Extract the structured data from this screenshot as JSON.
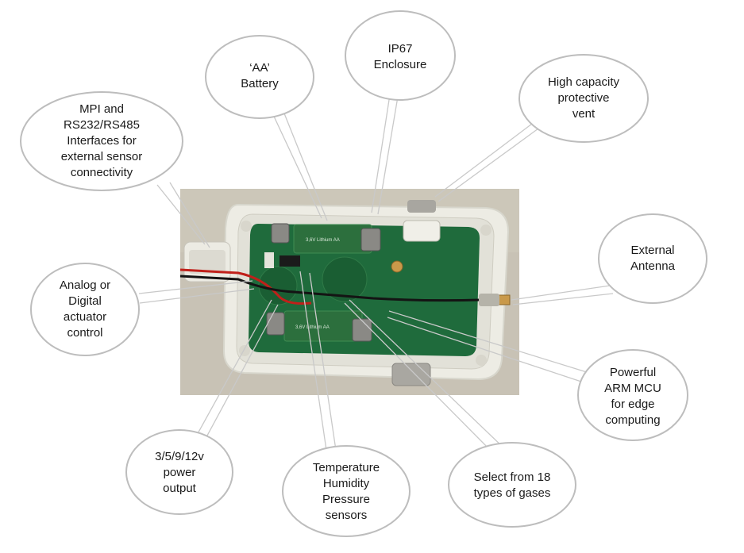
{
  "figure": {
    "photo": {
      "battery_print": "3,6V Lithium AA",
      "colors": {
        "board": "#1f6b3c",
        "enclosure": "#eeeee6",
        "background": "#c9c3b6",
        "battery": "#2a6b3a",
        "holder": "#7a7a78",
        "wire_red": "#c0201a",
        "wire_black": "#111111",
        "connector": "#c89a4a"
      }
    },
    "callouts": [
      {
        "id": "mpi",
        "lines": [
          "MPI and",
          "RS232/RS485",
          "Interfaces for",
          "external sensor",
          "connectivity"
        ]
      },
      {
        "id": "battery",
        "lines": [
          "‘AA’",
          "Battery"
        ]
      },
      {
        "id": "ip67",
        "lines": [
          "IP67",
          "Enclosure"
        ]
      },
      {
        "id": "vent",
        "lines": [
          "High capacity",
          "protective",
          "vent"
        ]
      },
      {
        "id": "antenna",
        "lines": [
          "External",
          "Antenna"
        ]
      },
      {
        "id": "analog",
        "lines": [
          "Analog or",
          "Digital",
          "actuator",
          "control"
        ]
      },
      {
        "id": "mcu",
        "lines": [
          "Powerful",
          "ARM MCU",
          "for edge",
          "computing"
        ]
      },
      {
        "id": "power",
        "lines": [
          "3/5/9/12v",
          "power",
          "output"
        ]
      },
      {
        "id": "thp",
        "lines": [
          "Temperature",
          "Humidity",
          "Pressure",
          "sensors"
        ]
      },
      {
        "id": "gases",
        "lines": [
          "Select from 18",
          "types of gases"
        ]
      }
    ]
  }
}
